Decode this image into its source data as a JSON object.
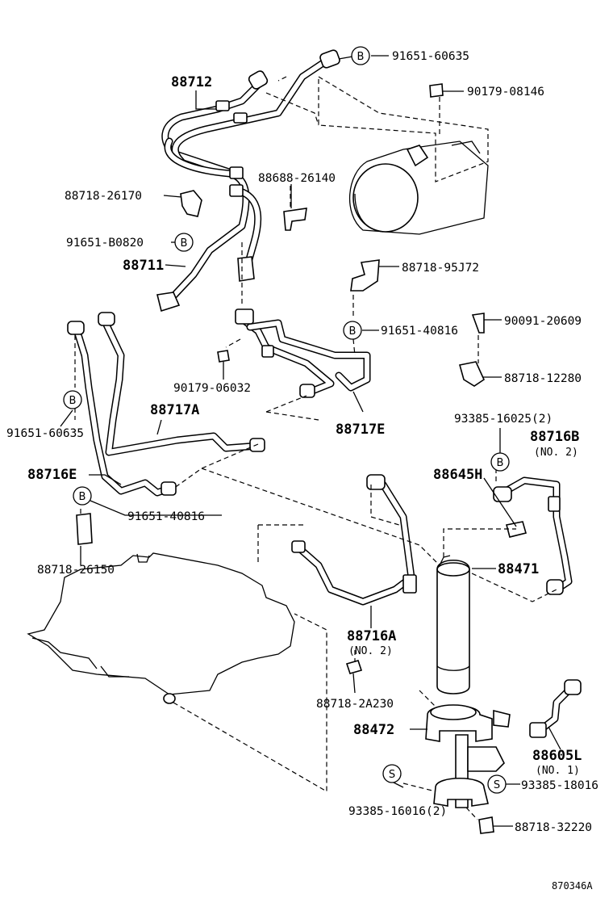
{
  "labels": {
    "p88712": "88712",
    "p91651_60635_top": "91651-60635",
    "p90179_08146": "90179-08146",
    "p88688_26140": "88688-26140",
    "p88718_26170": "88718-26170",
    "p91651_B0820": "91651-B0820",
    "p88711": "88711",
    "p88718_95J72": "88718-95J72",
    "p91651_40816_top": "91651-40816",
    "p90091_20609": "90091-20609",
    "p88718_12280": "88718-12280",
    "p90179_06032": "90179-06032",
    "p88717A": "88717A",
    "p88717E": "88717E",
    "p91651_60635_left": "91651-60635",
    "p93385_16025": "93385-16025(2)",
    "p88716B": "88716B",
    "p88716B_note": "(NO. 2)",
    "p88645H": "88645H",
    "p88716E": "88716E",
    "p91651_40816_mid": "91651-40816",
    "p88471": "88471",
    "p88718_26150": "88718-26150",
    "p88716A": "88716A",
    "p88716A_note": "(NO. 2)",
    "p88718_2A230": "88718-2A230",
    "p88472": "88472",
    "p88605L": "88605L",
    "p88605L_note": "(NO. 1)",
    "p93385_18016": "93385-18016",
    "p93385_16016": "93385-16016(2)",
    "p88718_32220": "88718-32220",
    "diagram_code": "870346A"
  },
  "markers": {
    "b": "B",
    "s": "S"
  }
}
